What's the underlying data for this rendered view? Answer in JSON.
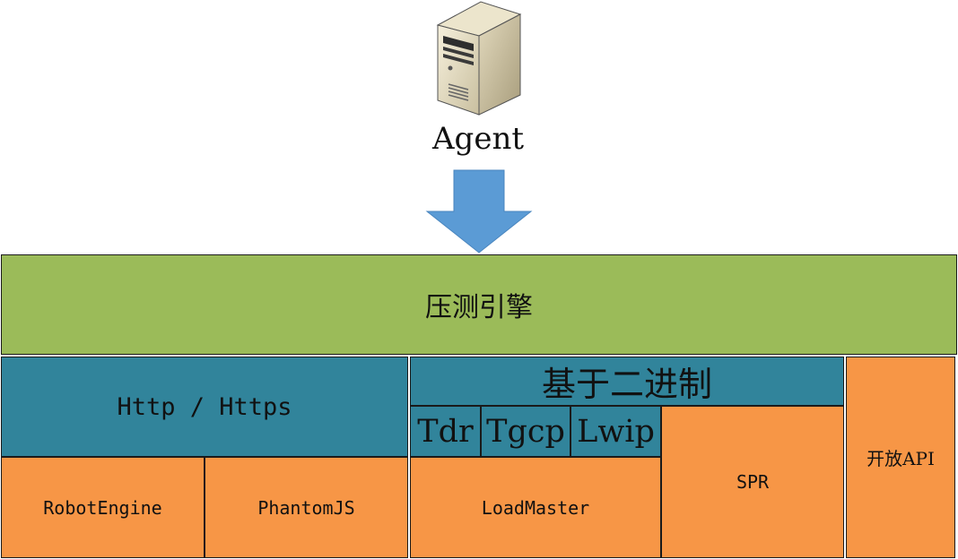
{
  "agent": {
    "label": "Agent",
    "icon": "server-icon"
  },
  "engine": {
    "label": "压测引擎"
  },
  "http": {
    "label": "Http / Https",
    "children": [
      "RobotEngine",
      "PhantomJS"
    ]
  },
  "binary": {
    "label": "基于二进制",
    "protocols": [
      "Tdr",
      "Tgcp",
      "Lwip"
    ],
    "loadmaster": "LoadMaster",
    "spr": "SPR"
  },
  "open_api": {
    "label": "开放API"
  },
  "colors": {
    "engine": "#9bbb59",
    "protocol": "#31849b",
    "component": "#f79646",
    "arrow": "#5b9bd5"
  }
}
